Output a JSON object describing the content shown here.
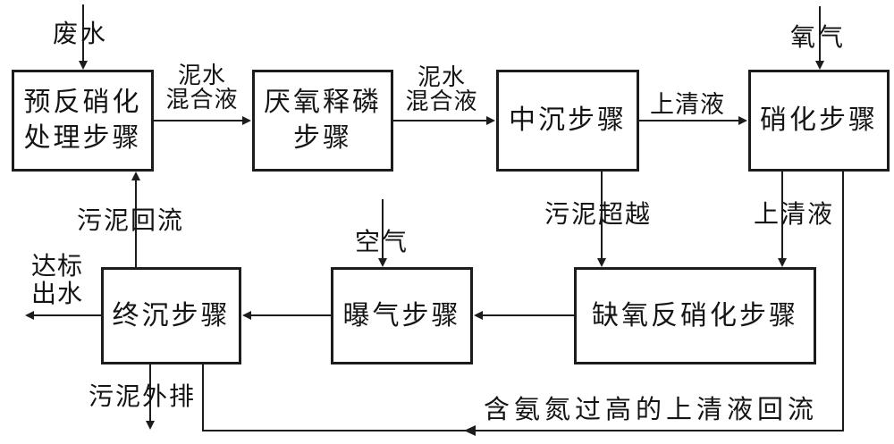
{
  "colors": {
    "line": "#1c1c1c",
    "background": "#ffffff",
    "text": "#141414"
  },
  "nodes": [
    {
      "id": "pre-denitrification-step",
      "lines": [
        "预反硝化",
        "处理步骤"
      ]
    },
    {
      "id": "anaerobic-phosphorus-release-step",
      "lines": [
        "厌氧释磷",
        "步骤"
      ]
    },
    {
      "id": "middle-sedimentation-step",
      "lines": [
        "中沉步骤"
      ]
    },
    {
      "id": "nitrification-step",
      "lines": [
        "硝化步骤"
      ]
    },
    {
      "id": "anoxic-denitrification-step",
      "lines": [
        "缺氧反硝化步骤"
      ]
    },
    {
      "id": "aeration-step",
      "lines": [
        "曝气步骤"
      ]
    },
    {
      "id": "final-sedimentation-step",
      "lines": [
        "终沉步骤"
      ]
    }
  ],
  "flow_labels": {
    "wastewater": "废水",
    "mud_water_mixture_1": [
      "泥水",
      "混合液"
    ],
    "mud_water_mixture_2": [
      "泥水",
      "混合液"
    ],
    "supernatant_mid": "上清液",
    "oxygen": "氧气",
    "sludge_bypass": "污泥超越",
    "supernatant_nitrification": "上清液",
    "sludge_return": "污泥回流",
    "air": "空气",
    "standard_effluent": [
      "达标",
      "出水"
    ],
    "sludge_discharge": "污泥外排",
    "ammonia_supernatant_return": "含氨氮过高的上清液回流"
  }
}
